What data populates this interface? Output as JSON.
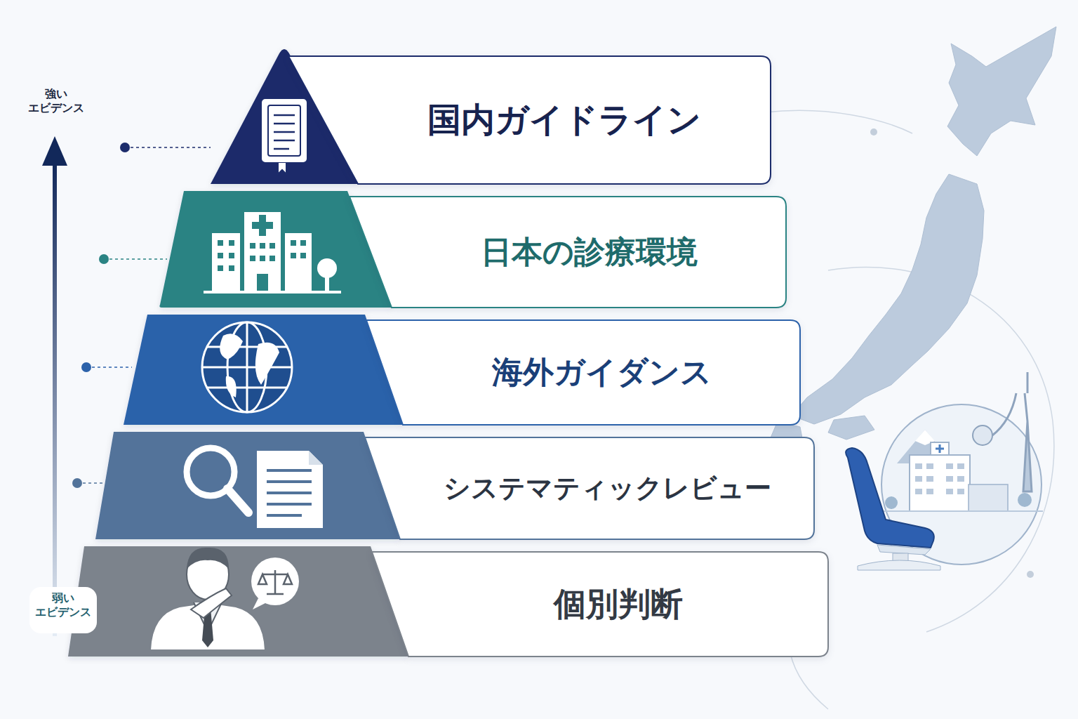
{
  "diagram": {
    "nodes": [
      {
        "text": [
          "国内ガイドライン"
        ]
      },
      {
        "text": [
          "日本の診療環境"
        ]
      },
      {
        "text": [
          "海外ガイダンス"
        ]
      },
      {
        "text": [
          "システマティックレビュー"
        ]
      },
      {
        "text": [
          "個別判断"
        ]
      }
    ],
    "labels": [
      "強い エビデンス",
      "弱い エビデンス"
    ]
  }
}
